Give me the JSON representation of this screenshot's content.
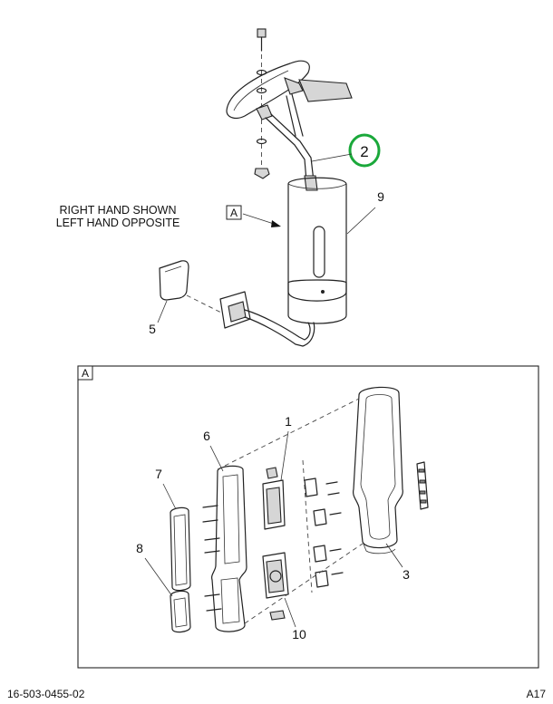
{
  "note": {
    "line1": "RIGHT HAND SHOWN",
    "line2": "LEFT HAND OPPOSITE"
  },
  "view_label": "A",
  "callouts": {
    "c1": "1",
    "c2": "2",
    "c3": "3",
    "c5": "5",
    "c6": "6",
    "c7": "7",
    "c8": "8",
    "c9": "9",
    "c10": "10"
  },
  "footer": {
    "drawing_number": "16-503-0455-02",
    "sheet": "A17"
  },
  "colors": {
    "highlight_circle": "#1aa83a",
    "line": "#222222"
  }
}
